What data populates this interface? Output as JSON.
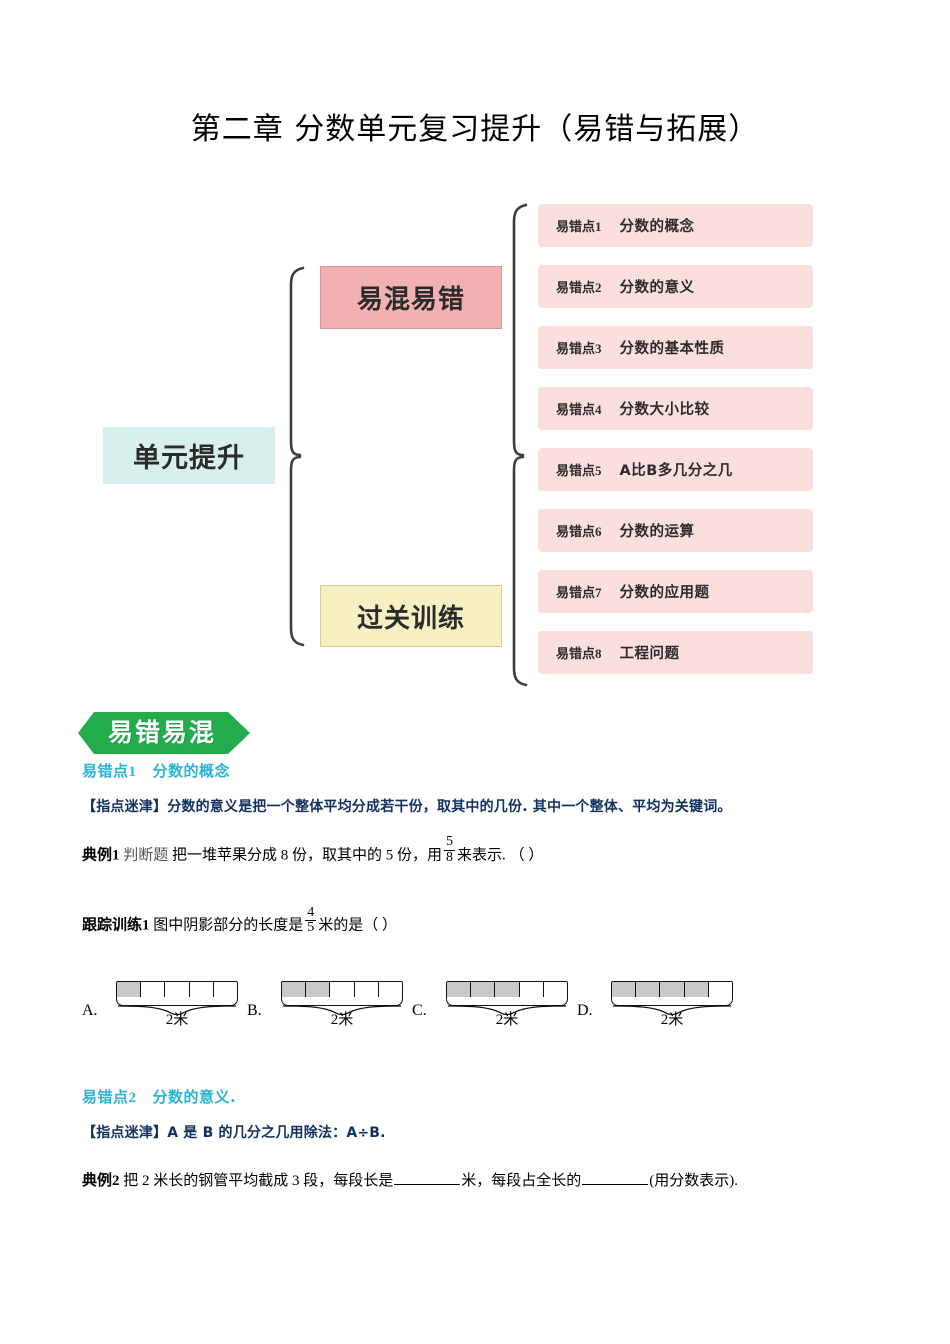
{
  "title": "第二章 分数单元复习提升（易错与拓展）",
  "mindmap": {
    "root": "单元提升",
    "branches": [
      {
        "label": "易混易错"
      },
      {
        "label": "过关训练"
      }
    ],
    "leaves": [
      {
        "num": "易错点1",
        "text": "分数的概念"
      },
      {
        "num": "易错点2",
        "text": "分数的意义"
      },
      {
        "num": "易错点3",
        "text": "分数的基本性质"
      },
      {
        "num": "易错点4",
        "text": "分数大小比较"
      },
      {
        "num": "易错点5",
        "text": "A比B多几分之几"
      },
      {
        "num": "易错点6",
        "text": "分数的运算"
      },
      {
        "num": "易错点7",
        "text": "分数的应用题"
      },
      {
        "num": "易错点8",
        "text": "工程问题"
      }
    ]
  },
  "banner": {
    "label": "易错易混"
  },
  "section1": {
    "heading_label": "易错点",
    "heading_num": "1",
    "heading_text": "分数的概念",
    "tip": "【指点迷津】分数的意义是把一个整体平均分成若干份，取其中的几份. 其中一个整体、平均为关键词。",
    "example": {
      "label": "典例",
      "num": "1",
      "type": "判断题",
      "text_before": "把一堆苹果分成 8 份，取其中的 5 份，用",
      "frac_num": "5",
      "frac_den": "8",
      "text_after": "来表示.",
      "answer_paren": "（        ）"
    },
    "practice": {
      "label": "跟踪训练",
      "num": "1",
      "text_before": "图中阴影部分的长度是",
      "frac_num": "4",
      "frac_den": "5",
      "text_after": "米的是（    ）"
    },
    "options": [
      {
        "letter": "A.",
        "cells": 5,
        "shaded": 1,
        "caption": "2米"
      },
      {
        "letter": "B.",
        "cells": 5,
        "shaded": 2,
        "caption": "2米"
      },
      {
        "letter": "C.",
        "cells": 5,
        "shaded": 3,
        "caption": "2米"
      },
      {
        "letter": "D.",
        "cells": 5,
        "shaded": 4,
        "caption": "2米"
      }
    ]
  },
  "section2": {
    "heading_label": "易错点",
    "heading_num": "2",
    "heading_text": "分数的意义.",
    "tip": "【指点迷津】A 是 B 的几分之几用除法：A÷B.",
    "example": {
      "label": "典例",
      "num": "2",
      "text_a": "把 2 米长的钢管平均截成 3 段，每段长是",
      "text_b": "米，每段占全长的",
      "text_c": "(用分数表示)."
    }
  },
  "colors": {
    "root_box": "#d7f0ee",
    "branch_pink": "#f2b0b0",
    "branch_yellow": "#f6efc2",
    "leaf_pink": "#fadfdd",
    "banner_green": "#22ac4c",
    "heading_cyan": "#2bb3d4",
    "tip_navy": "#12305e",
    "shade_gray": "#c9c9c9"
  }
}
